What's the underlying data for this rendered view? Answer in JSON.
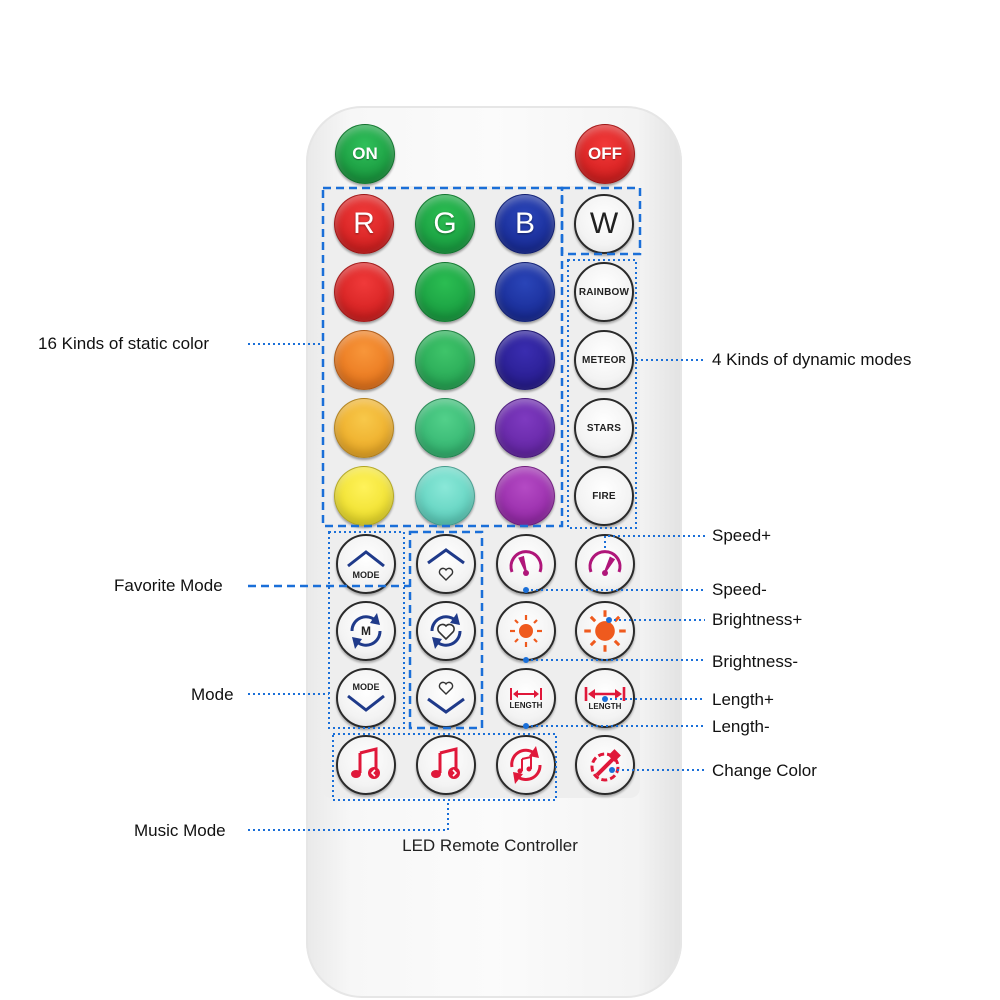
{
  "power": {
    "on_label": "ON",
    "off_label": "OFF"
  },
  "rgbw": {
    "r": "R",
    "g": "G",
    "b": "B",
    "w": "W"
  },
  "static_colors": [
    [
      "#e02020",
      "#19a63a",
      "#132c9e"
    ],
    [
      "#f07a1e",
      "#26b25a",
      "#2a1e9a"
    ],
    [
      "#f2b01e",
      "#33c07a",
      "#6a2aa8"
    ],
    [
      "#f7ea2a",
      "#6ad8c4",
      "#9a2aa8"
    ]
  ],
  "rgb_colors": {
    "r": "#e21d1d",
    "g": "#16a03a",
    "b": "#162e9e"
  },
  "dynamic": {
    "rainbow": "RAINBOW",
    "meteor": "METEOR",
    "stars": "STARS",
    "fire": "FIRE"
  },
  "mode_buttons": {
    "mode_up": "MODE",
    "mode_cycle": "M",
    "mode_down": "MODE"
  },
  "length_buttons": {
    "length_minus": "LENGTH",
    "length_plus": "LENGTH"
  },
  "remote_name": "LED Remote Controller",
  "labels": {
    "static_color": "16 Kinds of static color",
    "dynamic_modes": "4 Kinds of dynamic modes",
    "favorite_mode": "Favorite Mode",
    "mode": "Mode",
    "music_mode": "Music Mode",
    "speed_plus": "Speed+",
    "speed_minus": "Speed-",
    "brightness_plus": "Brightness+",
    "brightness_minus": "Brightness-",
    "length_plus": "Length+",
    "length_minus": "Length-",
    "change_color": "Change Color"
  },
  "colors": {
    "accent_blue": "#1a6fd8",
    "icon_navy": "#1f3a8a",
    "icon_magenta": "#b0167a",
    "icon_orange": "#ef5a1e",
    "icon_red": "#e0183a"
  }
}
